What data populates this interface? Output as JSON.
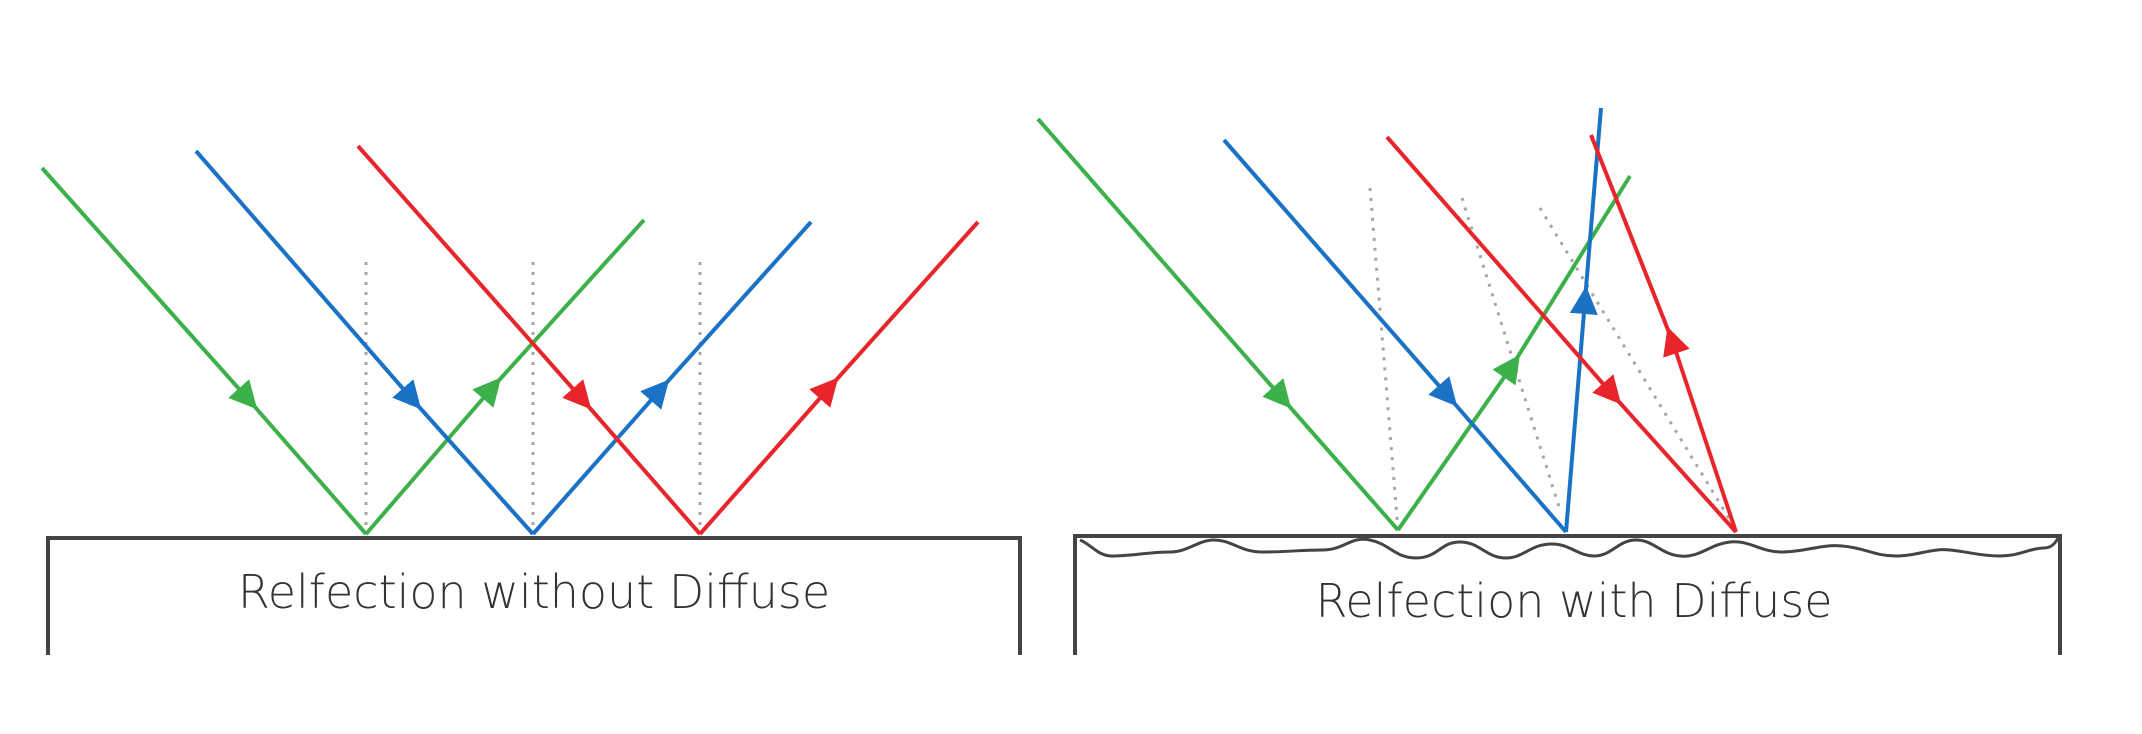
{
  "colors": {
    "green": "#3cb04a",
    "blue": "#1a72c4",
    "red": "#e8252b",
    "surface": "#444444",
    "normal": "#a6a6a6",
    "background": "#ffffff"
  },
  "panels": [
    {
      "id": "without-diffuse",
      "label": "Relfection without Diffuse",
      "surface": "flat"
    },
    {
      "id": "with-diffuse",
      "label": "Relfection with Diffuse",
      "surface": "rough"
    }
  ],
  "rays": [
    {
      "panel": "without-diffuse",
      "color": "green",
      "type": "incident-and-reflected"
    },
    {
      "panel": "without-diffuse",
      "color": "blue",
      "type": "incident-and-reflected"
    },
    {
      "panel": "without-diffuse",
      "color": "red",
      "type": "incident-and-reflected"
    },
    {
      "panel": "with-diffuse",
      "color": "green",
      "type": "incident-and-reflected"
    },
    {
      "panel": "with-diffuse",
      "color": "blue",
      "type": "incident-and-scattered"
    },
    {
      "panel": "with-diffuse",
      "color": "red",
      "type": "incident-and-scattered"
    }
  ]
}
